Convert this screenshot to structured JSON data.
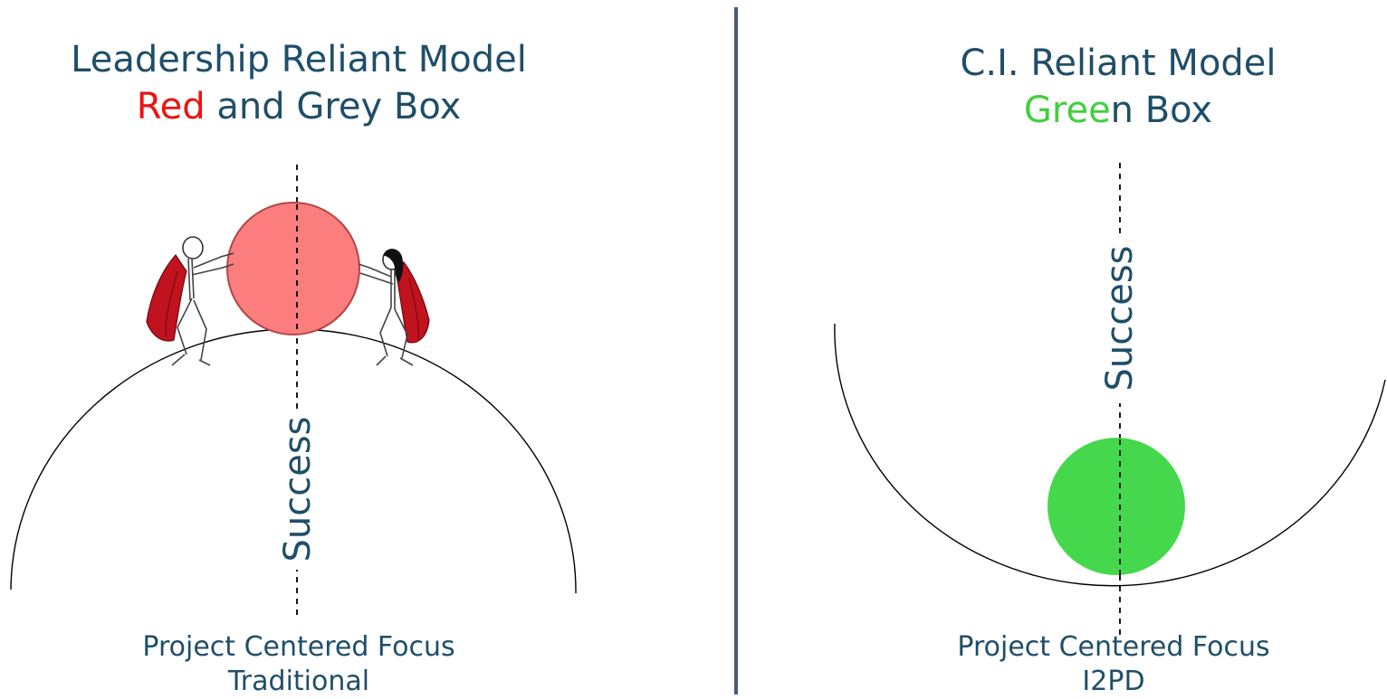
{
  "left_panel": {
    "title_line1": "Leadership Reliant Model",
    "title_line2_accent": "Red",
    "title_line2_rest": " and Grey Box",
    "axis_label": "Success",
    "caption_line1": "Project Centered Focus",
    "caption_line2": "Traditional",
    "ball_color": "#fb7d7d",
    "figures": [
      "person-pushing-icon",
      "person-pushing-icon"
    ]
  },
  "right_panel": {
    "title_line1": "C.I. Reliant Model",
    "title_line2_accent_a": "Gree",
    "title_line2_rest": "n Box",
    "axis_label": "Success",
    "caption_line1": "Project Centered Focus",
    "caption_line2": "I2PD",
    "ball_color": "#45d84c"
  },
  "colors": {
    "text": "#1f4e68",
    "divider": "#4d5b70",
    "red_accent": "#ef1111",
    "green_accent": "#42cf3d"
  }
}
